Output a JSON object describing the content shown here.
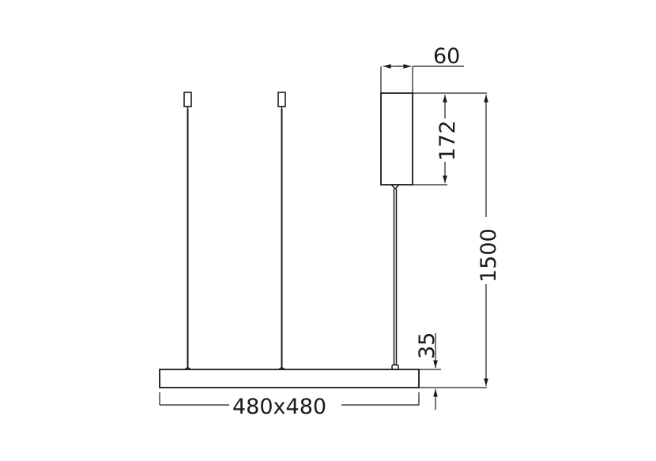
{
  "diagram": {
    "type": "technical-drawing",
    "subject": "pendant lamp dimensions",
    "line_color": "#1a1a1a",
    "background": "#ffffff",
    "dimensions": {
      "driver_width": "60",
      "driver_height": "172",
      "total_height": "1500",
      "panel_thickness": "35",
      "panel_size": "480x480"
    }
  }
}
